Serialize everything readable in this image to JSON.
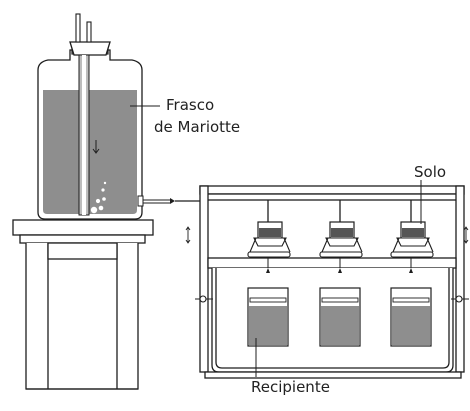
{
  "labels": {
    "mariotte_line1": "Frasco",
    "mariotte_line2": "de Mariotte",
    "solo": "Solo",
    "recipiente": "Recipiente"
  },
  "colors": {
    "line": "#1e1e1e",
    "liquid": "#8e8e8e",
    "soil": "#555555",
    "background": "#ffffff"
  }
}
